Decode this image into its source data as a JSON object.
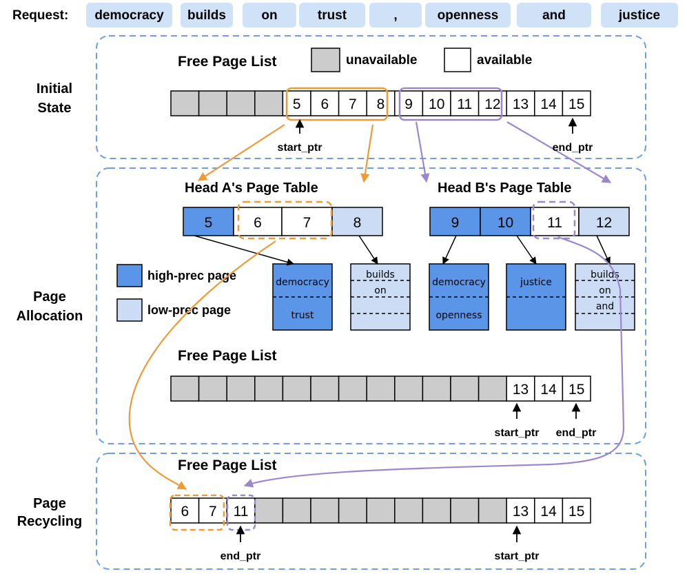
{
  "request": {
    "label": "Request:",
    "tokens": [
      "democracy",
      "builds",
      "on",
      "trust",
      ",",
      "openness",
      "and",
      "justice"
    ]
  },
  "colors": {
    "token_bg": "#cfe2f7",
    "unavailable": "#cccccc",
    "available": "#ffffff",
    "high_prec": "#5b95e8",
    "low_prec": "#cddcf5",
    "orange": "#ee9a35",
    "purple": "#9b86cf",
    "section_border": "#6a9ee8"
  },
  "legend": {
    "unavailable": "unavailable",
    "available": "available",
    "high_prec": "high-prec page",
    "low_prec": "low-prec page"
  },
  "sections": {
    "initial": {
      "label": [
        "Initial",
        "State"
      ]
    },
    "allocation": {
      "label": [
        "Page",
        "Allocation"
      ]
    },
    "recycling": {
      "label": [
        "Page",
        "Recycling"
      ]
    }
  },
  "free_page_list_title": "Free Page List",
  "initial_list": {
    "cells": [
      "",
      "",
      "",
      "",
      "5",
      "6",
      "7",
      "8",
      "9",
      "10",
      "11",
      "12",
      "13",
      "14",
      "15"
    ],
    "start_ptr": "start_ptr",
    "end_ptr": "end_ptr"
  },
  "head_a": {
    "title": "Head A's Page Table",
    "pages": [
      {
        "id": "5",
        "type": "high"
      },
      {
        "id": "6",
        "type": "available"
      },
      {
        "id": "7",
        "type": "available"
      },
      {
        "id": "8",
        "type": "low"
      }
    ],
    "blocks": [
      {
        "type": "high",
        "tokens": [
          "democracy",
          "trust"
        ]
      },
      {
        "type": "low",
        "tokens": [
          "builds",
          "on",
          "",
          ""
        ]
      }
    ]
  },
  "head_b": {
    "title": "Head B's Page Table",
    "pages": [
      {
        "id": "9",
        "type": "high"
      },
      {
        "id": "10",
        "type": "high"
      },
      {
        "id": "11",
        "type": "available"
      },
      {
        "id": "12",
        "type": "low"
      }
    ],
    "blocks": [
      {
        "type": "high",
        "tokens": [
          "democracy",
          "openness"
        ]
      },
      {
        "type": "high",
        "tokens": [
          "justice",
          ""
        ]
      },
      {
        "type": "low",
        "tokens": [
          "builds",
          "on",
          "and",
          ""
        ]
      }
    ]
  },
  "allocation_list": {
    "cells": [
      "",
      "",
      "",
      "",
      "",
      "",
      "",
      "",
      "",
      "",
      "",
      "",
      "13",
      "14",
      "15"
    ],
    "start_ptr": "start_ptr",
    "end_ptr": "end_ptr"
  },
  "recycling_list": {
    "cells": [
      "6",
      "7",
      "11",
      "",
      "",
      "",
      "",
      "",
      "",
      "",
      "",
      "",
      "13",
      "14",
      "15"
    ],
    "start_ptr": "start_ptr",
    "end_ptr": "end_ptr"
  }
}
